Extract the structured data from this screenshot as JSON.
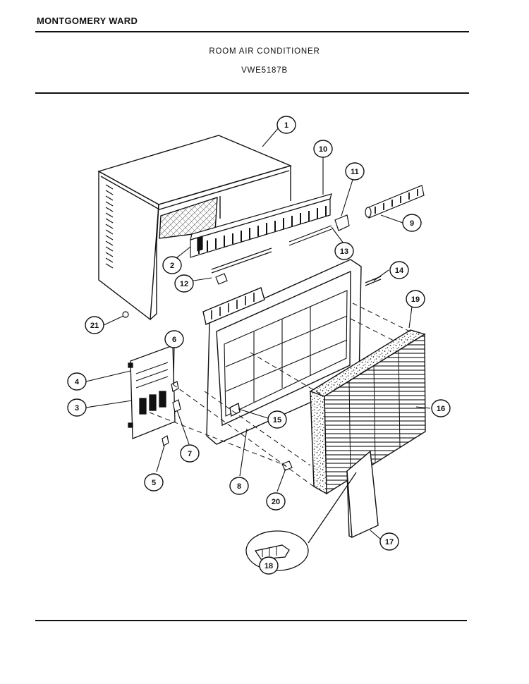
{
  "header": {
    "brand": "MONTGOMERY WARD",
    "title": "ROOM AIR CONDITIONER",
    "model": "VWE5187B"
  },
  "callouts": [
    "1",
    "2",
    "3",
    "4",
    "5",
    "6",
    "7",
    "8",
    "9",
    "10",
    "11",
    "12",
    "13",
    "14",
    "15",
    "16",
    "17",
    "18",
    "19",
    "20",
    "21"
  ]
}
